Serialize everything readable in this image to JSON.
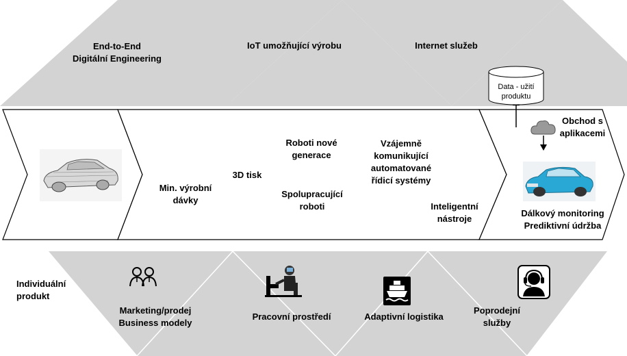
{
  "top": {
    "e2e": [
      "End-to-End",
      "Digitální Engineering"
    ],
    "iot": "IoT umožňující výrobu",
    "services": "Internet služeb"
  },
  "storage": [
    "Data - užití",
    "produktu"
  ],
  "middle": {
    "min_batch": [
      "Min. výrobní",
      "dávky"
    ],
    "print3d": "3D tisk",
    "new_robots": [
      "Roboti nové",
      "generace"
    ],
    "cobots": [
      "Spolupracující",
      "roboti"
    ],
    "comm_systems": [
      "Vzájemně",
      "komunikující",
      "automatované",
      "řídicí systémy"
    ],
    "smart_tools": [
      "Inteligentní",
      "nástroje"
    ],
    "app_store": [
      "Obchod s",
      "aplikacemi"
    ],
    "remote": [
      "Dálkový monitoring",
      "Prediktivní údržba"
    ]
  },
  "bottom": {
    "individual": [
      "Individuální",
      "produkt"
    ],
    "marketing": [
      "Marketing/prodej",
      "Business modely"
    ],
    "workplace": "Pracovní prostředí",
    "logistics": "Adaptivní logistika",
    "aftersales": [
      "Poprodejní",
      "služby"
    ]
  },
  "icons": [
    "wireframe-car-image",
    "people-icon",
    "worker-icon",
    "ship-icon",
    "headset-support-icon",
    "cloud-icon",
    "blue-car-image"
  ],
  "colors": {
    "triangle": "#d3d3d3",
    "car_body": "#29a8d6"
  }
}
